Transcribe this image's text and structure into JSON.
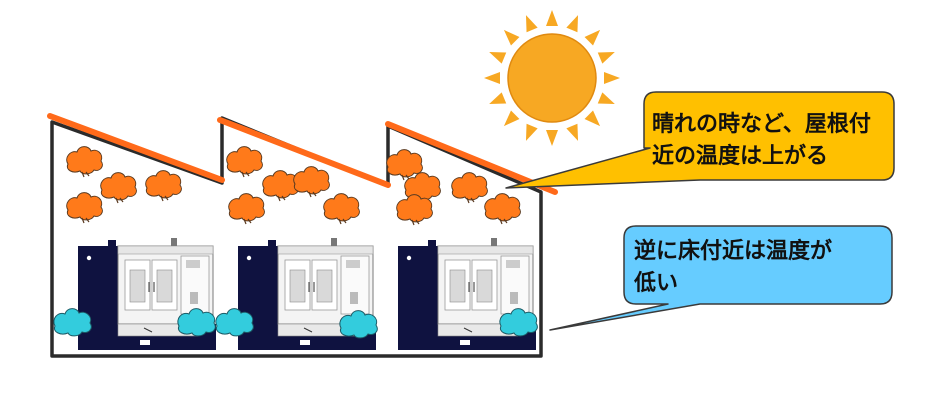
{
  "callouts": {
    "roof": {
      "line1": "晴れの時など、屋根付",
      "line2": "近の温度は上がる",
      "fill": "#FFC000",
      "stroke": "#3a3a3a"
    },
    "floor": {
      "line1": "逆に床付近は温度が",
      "line2": "低い",
      "fill": "#66CCFF",
      "stroke": "#3a3a3a"
    }
  },
  "colors": {
    "roof_stripe": "#FF6A1A",
    "hot_cloud": "#FF7A1A",
    "cool_cloud": "#33CCDD",
    "sun_core": "#F7A823",
    "sun_ray": "#F7A823",
    "machine_dark": "#0F1240",
    "machine_panel": "#F4F4F4",
    "outline": "#2b2b2b"
  },
  "icons": {
    "sun": "sun-icon",
    "hot_cloud": "hot-air-cloud-icon",
    "cool_cloud": "cool-air-cloud-icon",
    "machine": "machining-center-icon"
  }
}
